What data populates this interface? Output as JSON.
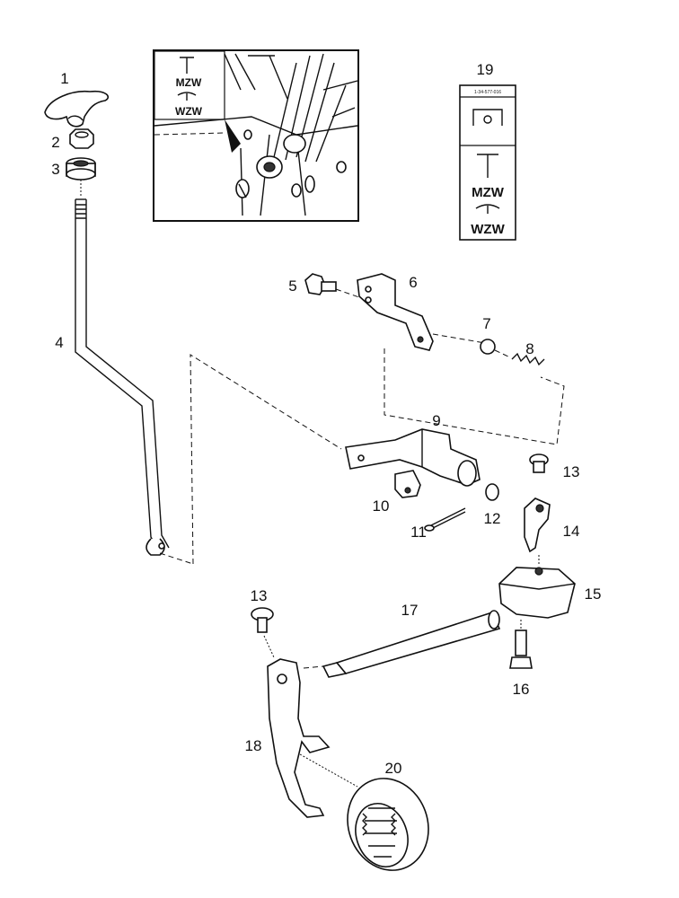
{
  "labels": {
    "p1": "1",
    "p2": "2",
    "p3": "3",
    "p4": "4",
    "p5": "5",
    "p6": "6",
    "p7": "7",
    "p8": "8",
    "p9": "9",
    "p10": "10",
    "p11": "11",
    "p12": "12",
    "p13a": "13",
    "p13b": "13",
    "p14": "14",
    "p15": "15",
    "p16": "16",
    "p17": "17",
    "p18": "18",
    "p19": "19",
    "p20": "20"
  },
  "inset": {
    "mzw": "MZW",
    "wzw": "WZW"
  },
  "decal": {
    "code": "1-34-577-016",
    "mzw": "MZW",
    "wzw": "WZW"
  }
}
